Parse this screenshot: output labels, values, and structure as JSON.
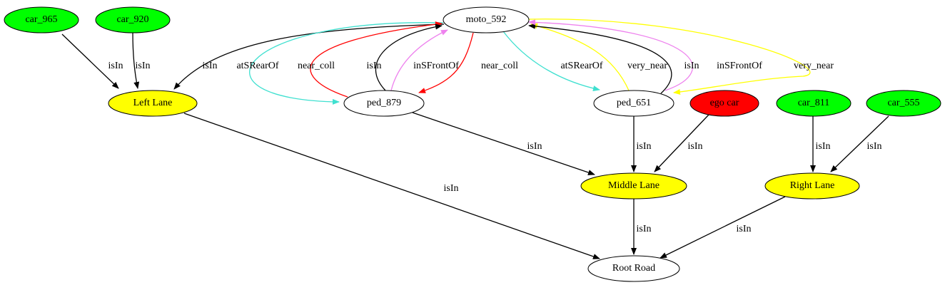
{
  "graph": {
    "nodes": [
      {
        "id": "car_965",
        "label": "car_965",
        "fill": "#00ff00"
      },
      {
        "id": "car_920",
        "label": "car_920",
        "fill": "#00ff00"
      },
      {
        "id": "moto_592",
        "label": "moto_592",
        "fill": "#ffffff"
      },
      {
        "id": "left_lane",
        "label": "Left Lane",
        "fill": "#ffff00"
      },
      {
        "id": "ped_879",
        "label": "ped_879",
        "fill": "#ffffff"
      },
      {
        "id": "ped_651",
        "label": "ped_651",
        "fill": "#ffffff"
      },
      {
        "id": "ego_car",
        "label": "ego car",
        "fill": "#ff0000"
      },
      {
        "id": "car_811",
        "label": "car_811",
        "fill": "#00ff00"
      },
      {
        "id": "car_555",
        "label": "car_555",
        "fill": "#00ff00"
      },
      {
        "id": "middle_lane",
        "label": "Middle Lane",
        "fill": "#ffff00"
      },
      {
        "id": "right_lane",
        "label": "Right Lane",
        "fill": "#ffff00"
      },
      {
        "id": "root_road",
        "label": "Root Road",
        "fill": "#ffffff"
      }
    ],
    "edges": [
      {
        "from": "car_965",
        "to": "left_lane",
        "label": "isIn",
        "color": "#000000"
      },
      {
        "from": "car_920",
        "to": "left_lane",
        "label": "isIn",
        "color": "#000000"
      },
      {
        "from": "moto_592",
        "to": "left_lane",
        "label": "isIn",
        "color": "#000000"
      },
      {
        "from": "moto_592",
        "to": "ped_879",
        "label": "atSRearOf",
        "color": "#40e0d0"
      },
      {
        "from": "ped_879",
        "to": "moto_592",
        "label": "near_coll",
        "color": "#ff0000"
      },
      {
        "from": "ped_879",
        "to": "moto_592",
        "label": "isIn",
        "color": "#000000"
      },
      {
        "from": "ped_879",
        "to": "moto_592",
        "label": "inSFrontOf",
        "color": "#ee82ee"
      },
      {
        "from": "moto_592",
        "to": "ped_879",
        "label": "near_coll",
        "color": "#ff0000"
      },
      {
        "from": "moto_592",
        "to": "ped_651",
        "label": "atSRearOf",
        "color": "#40e0d0"
      },
      {
        "from": "ped_651",
        "to": "moto_592",
        "label": "very_near",
        "color": "#ffff00"
      },
      {
        "from": "ped_651",
        "to": "moto_592",
        "label": "isIn",
        "color": "#000000"
      },
      {
        "from": "ped_651",
        "to": "moto_592",
        "label": "inSFrontOf",
        "color": "#ee82ee"
      },
      {
        "from": "moto_592",
        "to": "ped_651",
        "label": "very_near",
        "color": "#ffff00"
      },
      {
        "from": "left_lane",
        "to": "root_road",
        "label": "isIn",
        "color": "#000000"
      },
      {
        "from": "ped_879",
        "to": "middle_lane",
        "label": "isIn",
        "color": "#000000"
      },
      {
        "from": "ped_651",
        "to": "middle_lane",
        "label": "isIn",
        "color": "#000000"
      },
      {
        "from": "ego_car",
        "to": "middle_lane",
        "label": "isIn",
        "color": "#000000"
      },
      {
        "from": "car_811",
        "to": "right_lane",
        "label": "isIn",
        "color": "#000000"
      },
      {
        "from": "car_555",
        "to": "right_lane",
        "label": "isIn",
        "color": "#000000"
      },
      {
        "from": "middle_lane",
        "to": "root_road",
        "label": "isIn",
        "color": "#000000"
      },
      {
        "from": "right_lane",
        "to": "root_road",
        "label": "isIn",
        "color": "#000000"
      }
    ]
  }
}
